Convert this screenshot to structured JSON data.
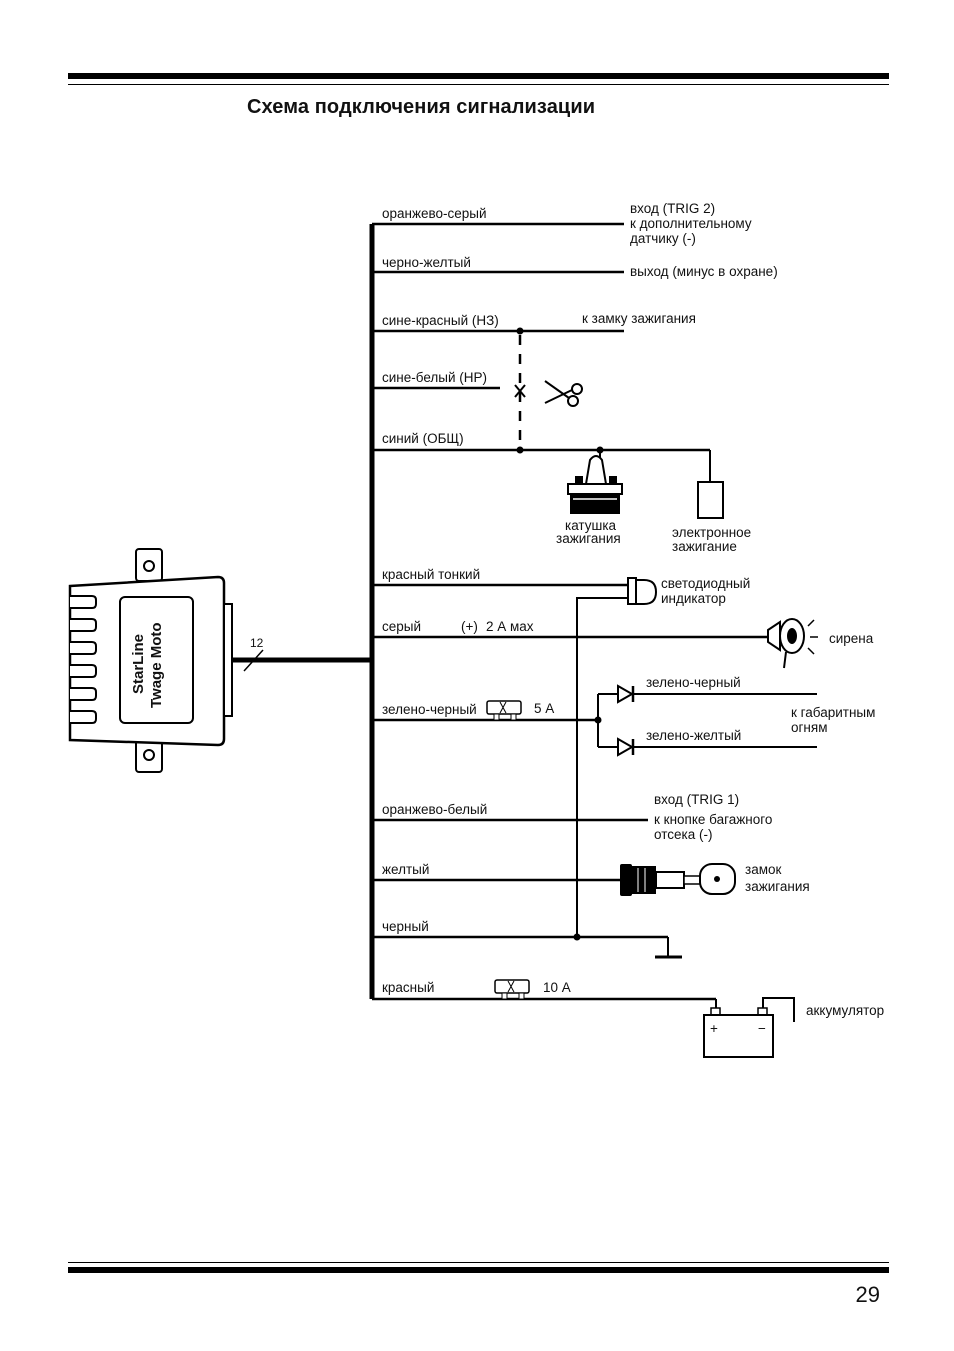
{
  "page": {
    "title": "Схема подключения сигнализации",
    "number": "29"
  },
  "module": {
    "brand": "StarLine",
    "model": "Twage Moto",
    "bus_count": "12"
  },
  "wires": {
    "orange_gray": "оранжево-серый",
    "black_yellow": "черно-желтый",
    "blue_red": "сине-красный (НЗ)",
    "blue_white": "сине-белый (НР)",
    "blue": "синий (ОБЩ)",
    "red_thin": "красный тонкий",
    "gray": "серый",
    "gray_spec_sign": "(+)",
    "gray_spec_current": "2 А мах",
    "green_black": "зелено-черный",
    "green_black_fuse": "5 А",
    "orange_white": "оранжево-белый",
    "yellow": "желтый",
    "black": "черный",
    "red": "красный",
    "red_fuse": "10 А"
  },
  "labels": {
    "trig2_line1": "вход (TRIG 2)",
    "trig2_line2": "к дополнительному",
    "trig2_line3": "датчику (-)",
    "output_armed": "выход (минус в охране)",
    "ignition_lock_wire": "к замку зажигания",
    "coil_line1": "катушка",
    "coil_line2": "зажигания",
    "electronic_line1": "электронное",
    "electronic_line2": "зажигание",
    "led_line1": "светодиодный",
    "led_line2": "индикатор",
    "siren": "сирена",
    "parking_green_black": "зелено-черный",
    "parking_green_yellow": "зелено-желтый",
    "parking_line1": "к габаритным",
    "parking_line2": "огням",
    "trig1_line1": "вход (TRIG 1)",
    "trig1_line2": "к кнопке багажного",
    "trig1_line3": "отсека (-)",
    "lock_line1": "замок",
    "lock_line2": "зажигания",
    "battery": "аккумулятор",
    "battery_plus": "+",
    "battery_minus": "−"
  }
}
